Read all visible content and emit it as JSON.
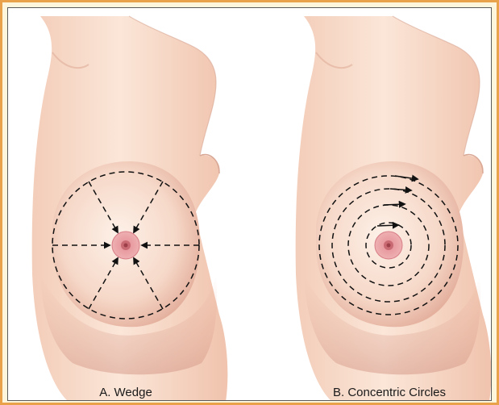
{
  "captions": {
    "wedge": "A. Wedge",
    "concentric": "B. Concentric Circles"
  },
  "colors": {
    "skin_light": "#fbe8dc",
    "skin_mid": "#f1c6b1",
    "skin_dark": "#d79a86",
    "areola": "#e99aa0",
    "nipple": "#b8545e",
    "guide_line": "#1a1a1a",
    "frame_border": "#e9a24a",
    "frame_fill": "#fdf6dc"
  },
  "panels": [
    {
      "id": "A",
      "pattern": "wedge",
      "spokes": 6,
      "arrows_point": "inward toward nipple"
    },
    {
      "id": "B",
      "pattern": "concentric circles",
      "circles": 4,
      "arrows_point": "clockwise"
    }
  ]
}
